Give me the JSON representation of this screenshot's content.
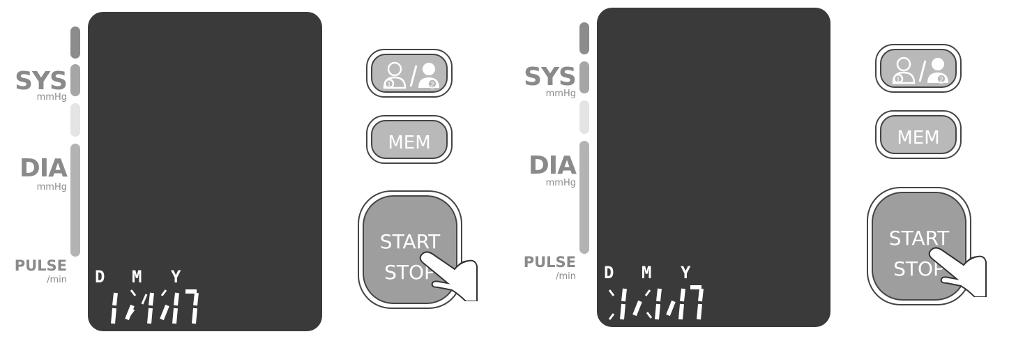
{
  "labels": {
    "sys": "SYS",
    "sys_unit": "mmHg",
    "dia": "DIA",
    "dia_unit": "mmHg",
    "pulse": "PULSE",
    "pulse_unit": "/min"
  },
  "date": {
    "day_label": "D",
    "month_label": "M",
    "year_label": "Y",
    "display_text": "1/ 1/17"
  },
  "buttons": {
    "user": "user 1 / user 2",
    "mem": "MEM",
    "start_line1": "START",
    "start_line2": "STOP"
  },
  "panels": [
    {
      "blinking_segment": "month"
    },
    {
      "blinking_segment": "day"
    }
  ],
  "colors": {
    "screen": "#3a3a3a",
    "button_fill": "#b9b9b9",
    "start_fill": "#9e9e9e",
    "label": "#8a8a8a",
    "bar_dark": "#8c8c8c",
    "bar_mid": "#a6a6a6",
    "bar_light": "#e4e4e4",
    "bar_long": "#b3b3b3"
  },
  "icons": [
    "user-1-icon",
    "user-2-icon",
    "pressing-finger-icon"
  ]
}
